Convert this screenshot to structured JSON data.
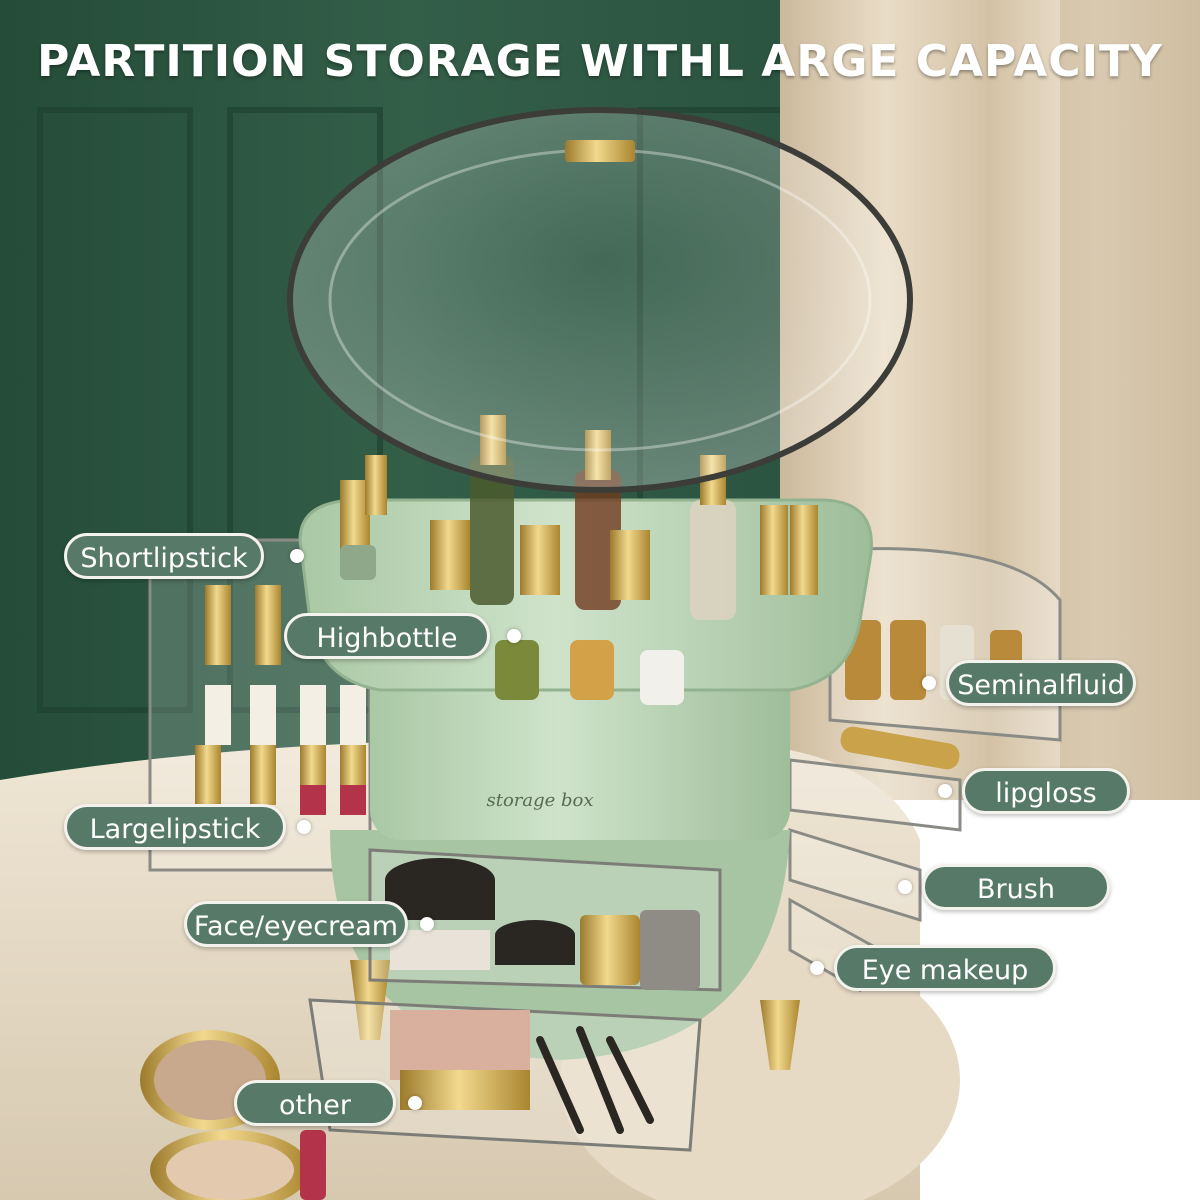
{
  "headline": "PARTITION STORAGE WITHL ARGE CAPACITY",
  "product_text": "storage box",
  "labels": {
    "short_lipstick": "Shortlipstick",
    "high_bottle": "Highbottle",
    "large_lipstick": "Largelipstick",
    "face_eye_cream": "Face/eyecream",
    "other": "other",
    "seminal_fluid": "Seminalfluid",
    "lipgloss": "lipgloss",
    "brush": "Brush",
    "eye_makeup": "Eye makeup"
  },
  "colors": {
    "label_fill": "#577a68",
    "label_border": "#f4f2ec",
    "wall_green": "#2f5a44",
    "box_green": "#b9d4b4",
    "gold": "#c9a24a",
    "table": "#e9dfcd"
  }
}
